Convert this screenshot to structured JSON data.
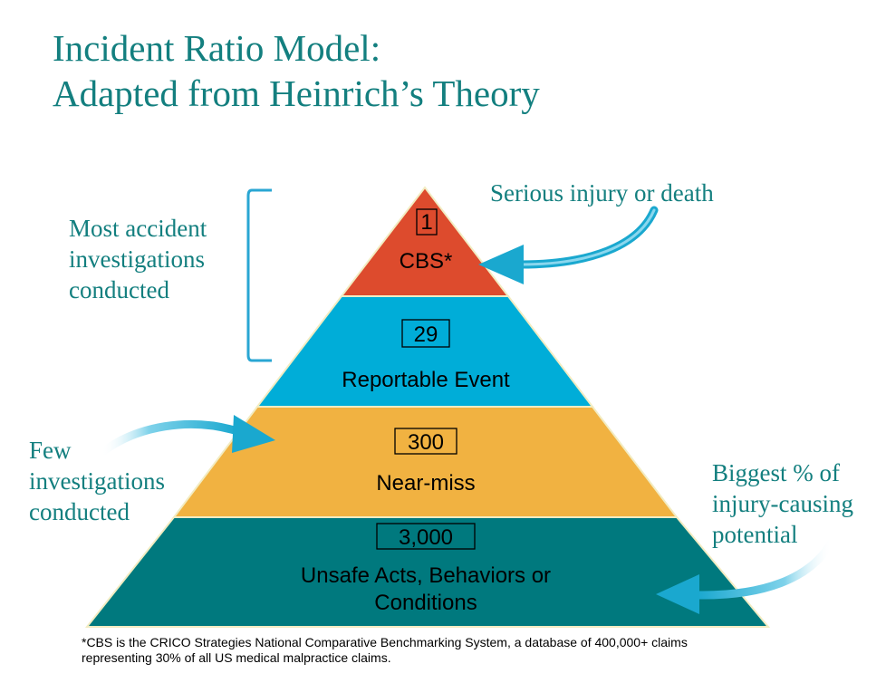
{
  "title": {
    "line1": "Incident Ratio Model:",
    "line2": "Adapted from Heinrich’s Theory"
  },
  "pyramid": {
    "tiers": [
      {
        "number": "1",
        "label": "CBS*",
        "color": "#dd4b2d"
      },
      {
        "number": "29",
        "label": "Reportable Event",
        "color": "#00add8"
      },
      {
        "number": "300",
        "label": "Near-miss",
        "color": "#f1b241"
      },
      {
        "number": "3,000",
        "label_line1": "Unsafe Acts, Behaviors or",
        "label_line2": "Conditions",
        "color": "#00797e"
      }
    ]
  },
  "annotations": {
    "top_left": {
      "line1": "Most accident",
      "line2": "investigations",
      "line3": "conducted"
    },
    "top_right": {
      "line1": "Serious injury or death"
    },
    "mid_left": {
      "line1": "Few",
      "line2": "investigations",
      "line3": "conducted"
    },
    "bottom_right": {
      "line1": "Biggest % of",
      "line2": "injury-causing",
      "line3": "potential"
    }
  },
  "footnote": {
    "line1": "*CBS is the CRICO Strategies National Comparative Benchmarking System, a database of 400,000+ claims",
    "line2": "representing 30% of all US medical malpractice claims."
  },
  "colors": {
    "title": "#137f7f",
    "arrow": "#1aa8cf",
    "bracket": "#29a6d3",
    "pyramid_outline": "#f2ecc2"
  }
}
